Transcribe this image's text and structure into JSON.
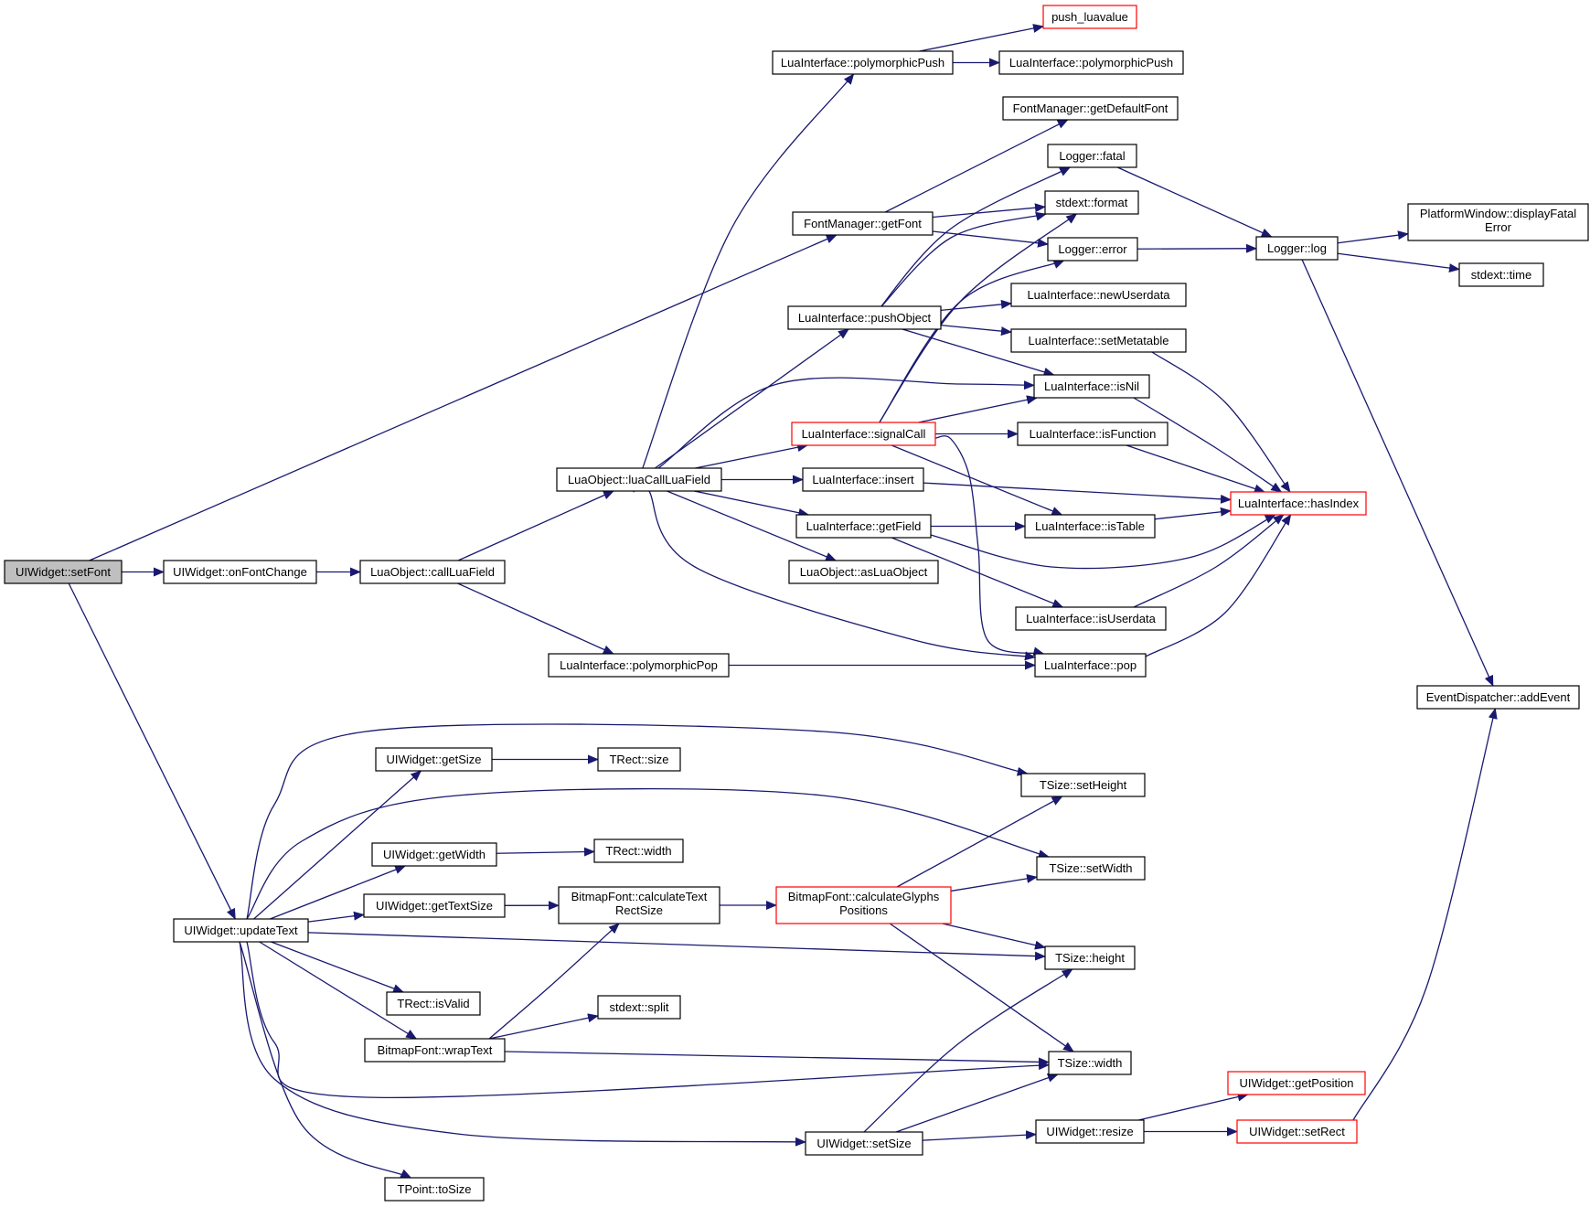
{
  "graph": {
    "style": {
      "edge_color": "#191970",
      "node_border": "#000000",
      "highlight_border": "#ff0000",
      "root_fill": "#bfbfbf",
      "node_fill": "#ffffff"
    },
    "nodes": [
      {
        "id": "setFont",
        "lines": [
          "UIWidget::setFont"
        ],
        "kind": "root"
      },
      {
        "id": "onFontChange",
        "lines": [
          "UIWidget::onFontChange"
        ],
        "kind": "normal"
      },
      {
        "id": "callLuaField",
        "lines": [
          "LuaObject::callLuaField"
        ],
        "kind": "normal"
      },
      {
        "id": "luaCallLuaField",
        "lines": [
          "LuaObject::luaCallLuaField"
        ],
        "kind": "normal"
      },
      {
        "id": "polyPush1",
        "lines": [
          "LuaInterface::polymorphicPush"
        ],
        "kind": "normal"
      },
      {
        "id": "pushLuavalue",
        "lines": [
          "push_luavalue"
        ],
        "kind": "highlight"
      },
      {
        "id": "polyPush2",
        "lines": [
          "LuaInterface::polymorphicPush"
        ],
        "kind": "normal"
      },
      {
        "id": "getDefaultFont",
        "lines": [
          "FontManager::getDefaultFont"
        ],
        "kind": "normal"
      },
      {
        "id": "getFont",
        "lines": [
          "FontManager::getFont"
        ],
        "kind": "normal"
      },
      {
        "id": "fatal",
        "lines": [
          "Logger::fatal"
        ],
        "kind": "normal"
      },
      {
        "id": "format",
        "lines": [
          "stdext::format"
        ],
        "kind": "normal"
      },
      {
        "id": "error",
        "lines": [
          "Logger::error"
        ],
        "kind": "normal"
      },
      {
        "id": "log",
        "lines": [
          "Logger::log"
        ],
        "kind": "normal"
      },
      {
        "id": "displayFatal",
        "lines": [
          "PlatformWindow::displayFatal",
          "Error"
        ],
        "kind": "normal"
      },
      {
        "id": "time",
        "lines": [
          "stdext::time"
        ],
        "kind": "normal"
      },
      {
        "id": "pushObject",
        "lines": [
          "LuaInterface::pushObject"
        ],
        "kind": "normal"
      },
      {
        "id": "newUserdata",
        "lines": [
          "LuaInterface::newUserdata"
        ],
        "kind": "normal"
      },
      {
        "id": "setMetatable",
        "lines": [
          "LuaInterface::setMetatable"
        ],
        "kind": "normal"
      },
      {
        "id": "isNil",
        "lines": [
          "LuaInterface::isNil"
        ],
        "kind": "normal"
      },
      {
        "id": "signalCall",
        "lines": [
          "LuaInterface::signalCall"
        ],
        "kind": "highlight"
      },
      {
        "id": "isFunction",
        "lines": [
          "LuaInterface::isFunction"
        ],
        "kind": "normal"
      },
      {
        "id": "insert",
        "lines": [
          "LuaInterface::insert"
        ],
        "kind": "normal"
      },
      {
        "id": "hasIndex",
        "lines": [
          "LuaInterface::hasIndex"
        ],
        "kind": "highlight"
      },
      {
        "id": "getField",
        "lines": [
          "LuaInterface::getField"
        ],
        "kind": "normal"
      },
      {
        "id": "isTable",
        "lines": [
          "LuaInterface::isTable"
        ],
        "kind": "normal"
      },
      {
        "id": "asLuaObject",
        "lines": [
          "LuaObject::asLuaObject"
        ],
        "kind": "normal"
      },
      {
        "id": "isUserdata",
        "lines": [
          "LuaInterface::isUserdata"
        ],
        "kind": "normal"
      },
      {
        "id": "polyPop",
        "lines": [
          "LuaInterface::polymorphicPop"
        ],
        "kind": "normal"
      },
      {
        "id": "pop",
        "lines": [
          "LuaInterface::pop"
        ],
        "kind": "normal"
      },
      {
        "id": "addEvent",
        "lines": [
          "EventDispatcher::addEvent"
        ],
        "kind": "normal"
      },
      {
        "id": "getSize",
        "lines": [
          "UIWidget::getSize"
        ],
        "kind": "normal"
      },
      {
        "id": "rectSize",
        "lines": [
          "TRect::size"
        ],
        "kind": "normal"
      },
      {
        "id": "setHeight",
        "lines": [
          "TSize::setHeight"
        ],
        "kind": "normal"
      },
      {
        "id": "getWidth",
        "lines": [
          "UIWidget::getWidth"
        ],
        "kind": "normal"
      },
      {
        "id": "rectWidth",
        "lines": [
          "TRect::width"
        ],
        "kind": "normal"
      },
      {
        "id": "setWidth",
        "lines": [
          "TSize::setWidth"
        ],
        "kind": "normal"
      },
      {
        "id": "getTextSize",
        "lines": [
          "UIWidget::getTextSize"
        ],
        "kind": "normal"
      },
      {
        "id": "calcTextRect",
        "lines": [
          "BitmapFont::calculateText",
          "RectSize"
        ],
        "kind": "normal"
      },
      {
        "id": "calcGlyphs",
        "lines": [
          "BitmapFont::calculateGlyphs",
          "Positions"
        ],
        "kind": "highlight"
      },
      {
        "id": "updateText",
        "lines": [
          "UIWidget::updateText"
        ],
        "kind": "normal"
      },
      {
        "id": "tsHeight",
        "lines": [
          "TSize::height"
        ],
        "kind": "normal"
      },
      {
        "id": "isValid",
        "lines": [
          "TRect::isValid"
        ],
        "kind": "normal"
      },
      {
        "id": "split",
        "lines": [
          "stdext::split"
        ],
        "kind": "normal"
      },
      {
        "id": "wrapText",
        "lines": [
          "BitmapFont::wrapText"
        ],
        "kind": "normal"
      },
      {
        "id": "tsWidth",
        "lines": [
          "TSize::width"
        ],
        "kind": "normal"
      },
      {
        "id": "getPosition",
        "lines": [
          "UIWidget::getPosition"
        ],
        "kind": "highlight"
      },
      {
        "id": "resize",
        "lines": [
          "UIWidget::resize"
        ],
        "kind": "normal"
      },
      {
        "id": "setRect",
        "lines": [
          "UIWidget::setRect"
        ],
        "kind": "highlight"
      },
      {
        "id": "setSize",
        "lines": [
          "UIWidget::setSize"
        ],
        "kind": "normal"
      },
      {
        "id": "toSize",
        "lines": [
          "TPoint::toSize"
        ],
        "kind": "normal"
      }
    ],
    "edges": [
      [
        "setFont",
        "onFontChange"
      ],
      [
        "setFont",
        "getFont"
      ],
      [
        "setFont",
        "updateText"
      ],
      [
        "onFontChange",
        "callLuaField"
      ],
      [
        "callLuaField",
        "luaCallLuaField"
      ],
      [
        "callLuaField",
        "polyPop"
      ],
      [
        "luaCallLuaField",
        "polyPush1"
      ],
      [
        "luaCallLuaField",
        "pushObject"
      ],
      [
        "luaCallLuaField",
        "isNil"
      ],
      [
        "luaCallLuaField",
        "signalCall"
      ],
      [
        "luaCallLuaField",
        "insert"
      ],
      [
        "luaCallLuaField",
        "getField"
      ],
      [
        "luaCallLuaField",
        "asLuaObject"
      ],
      [
        "luaCallLuaField",
        "pop"
      ],
      [
        "polyPush1",
        "pushLuavalue"
      ],
      [
        "polyPush1",
        "polyPush2"
      ],
      [
        "getFont",
        "getDefaultFont"
      ],
      [
        "getFont",
        "format"
      ],
      [
        "getFont",
        "error"
      ],
      [
        "fatal",
        "log"
      ],
      [
        "error",
        "log"
      ],
      [
        "log",
        "displayFatal"
      ],
      [
        "log",
        "time"
      ],
      [
        "log",
        "addEvent"
      ],
      [
        "pushObject",
        "fatal"
      ],
      [
        "pushObject",
        "format"
      ],
      [
        "pushObject",
        "newUserdata"
      ],
      [
        "pushObject",
        "setMetatable"
      ],
      [
        "pushObject",
        "isNil"
      ],
      [
        "setMetatable",
        "hasIndex"
      ],
      [
        "isNil",
        "hasIndex"
      ],
      [
        "signalCall",
        "format"
      ],
      [
        "signalCall",
        "error"
      ],
      [
        "signalCall",
        "isNil"
      ],
      [
        "signalCall",
        "isFunction"
      ],
      [
        "signalCall",
        "isTable"
      ],
      [
        "signalCall",
        "pop"
      ],
      [
        "isFunction",
        "hasIndex"
      ],
      [
        "insert",
        "hasIndex"
      ],
      [
        "getField",
        "isTable"
      ],
      [
        "getField",
        "hasIndex"
      ],
      [
        "getField",
        "isUserdata"
      ],
      [
        "isTable",
        "hasIndex"
      ],
      [
        "isUserdata",
        "hasIndex"
      ],
      [
        "pop",
        "hasIndex"
      ],
      [
        "polyPop",
        "pop"
      ],
      [
        "updateText",
        "getSize"
      ],
      [
        "updateText",
        "setHeight"
      ],
      [
        "updateText",
        "getWidth"
      ],
      [
        "updateText",
        "setWidth"
      ],
      [
        "updateText",
        "getTextSize"
      ],
      [
        "updateText",
        "tsHeight"
      ],
      [
        "updateText",
        "isValid"
      ],
      [
        "updateText",
        "wrapText"
      ],
      [
        "updateText",
        "tsWidth"
      ],
      [
        "updateText",
        "setSize"
      ],
      [
        "updateText",
        "toSize"
      ],
      [
        "getSize",
        "rectSize"
      ],
      [
        "getWidth",
        "rectWidth"
      ],
      [
        "getTextSize",
        "calcTextRect"
      ],
      [
        "calcTextRect",
        "calcGlyphs"
      ],
      [
        "calcGlyphs",
        "setHeight"
      ],
      [
        "calcGlyphs",
        "setWidth"
      ],
      [
        "calcGlyphs",
        "tsHeight"
      ],
      [
        "calcGlyphs",
        "tsWidth"
      ],
      [
        "wrapText",
        "calcTextRect"
      ],
      [
        "wrapText",
        "split"
      ],
      [
        "wrapText",
        "tsWidth"
      ],
      [
        "setSize",
        "tsHeight"
      ],
      [
        "setSize",
        "tsWidth"
      ],
      [
        "setSize",
        "resize"
      ],
      [
        "resize",
        "getPosition"
      ],
      [
        "resize",
        "setRect"
      ],
      [
        "setRect",
        "addEvent"
      ]
    ]
  }
}
